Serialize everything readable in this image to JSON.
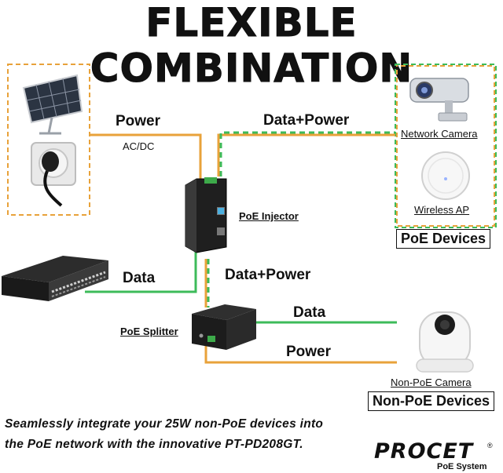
{
  "title": "FLEXIBLE COMBINATION",
  "labels": {
    "power_top": "Power",
    "acdc": "AC/DC",
    "data_power_top": "Data+Power",
    "network_camera": "Network Camera",
    "wireless_ap": "Wireless AP",
    "poe_devices": "PoE Devices",
    "poe_injector": "PoE Injector",
    "data_left": "Data",
    "data_power_mid": "Data+Power",
    "poe_splitter": "PoE Splitter",
    "data_right": "Data",
    "power_right": "Power",
    "non_poe_camera": "Non-PoE Camera",
    "non_poe_devices": "Non-PoE Devices"
  },
  "caption": {
    "line1": "Seamlessly integrate your 25W non-PoE devices into",
    "line2": "the PoE network with the innovative PT-PD208GT."
  },
  "logo": {
    "brand": "PROCET",
    "registered": "®",
    "tagline": "PoE System"
  },
  "colors": {
    "power_line": "#e8a23a",
    "data_line": "#3dbb5a",
    "dashed_box": "#e8a23a"
  }
}
